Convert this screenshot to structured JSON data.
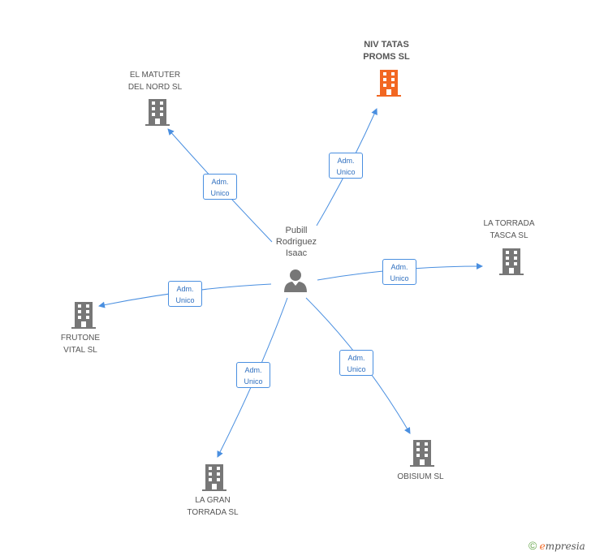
{
  "colors": {
    "edge": "#4a8fe0",
    "building": "#777777",
    "focus_building": "#f26722",
    "text": "#555555"
  },
  "person": {
    "name": "Pubill\nRodriguez\nIsaac",
    "icon": "person-icon"
  },
  "companies": {
    "niv_tatas": "NIV TATAS\nPROMS SL",
    "el_matuter": "EL MATUTER\nDEL NORD SL",
    "la_torrada_tasca": "LA TORRADA\nTASCA SL",
    "frutone": "FRUTONE\nVITAL SL",
    "la_gran_torrada": "LA GRAN\nTORRADA SL",
    "obisium": "OBISIUM SL"
  },
  "relations": {
    "niv_tatas": [
      "Adm.",
      "Unico"
    ],
    "el_matuter": [
      "Adm.",
      "Unico"
    ],
    "la_torrada_tasca": [
      "Adm.",
      "Unico"
    ],
    "frutone": [
      "Adm.",
      "Unico"
    ],
    "la_gran_torrada": [
      "Adm.",
      "Unico"
    ],
    "obisium": [
      "Adm.",
      "Unico"
    ]
  },
  "footer": {
    "copyright": "©",
    "brand_initial": "e",
    "brand_rest": "mpresia"
  }
}
